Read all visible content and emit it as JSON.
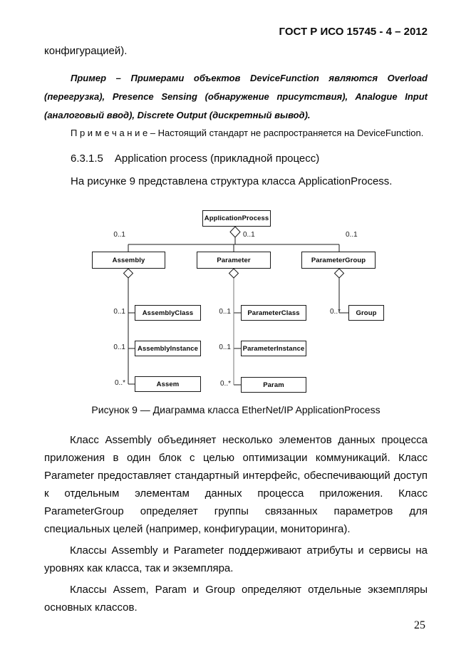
{
  "page": {
    "header": "ГОСТ Р ИСО 15745 - 4 – 2012",
    "page_number": "25"
  },
  "content": {
    "intro_line": "конфигурацией).",
    "example": "Пример – Примерами объектов DeviceFunction являются Overload (перегрузка), Presence Sensing (обнаружение присутствия), Analogue Input (аналоговый ввод), Discrete Output (дискретный вывод).",
    "note": "П р и м е ч а н и е  – Настоящий стандарт не распространяется на DeviceFunction.",
    "heading_number": "6.3.1.5",
    "heading_title": "Application process (прикладной процесс)",
    "figure_intro": "На рисунке 9 представлена структура класса ApplicationProcess.",
    "figure_caption": "Рисунок 9 — Диаграмма класса EtherNet/IP ApplicationProcess",
    "paragraphs": [
      "Класс Assembly объединяет несколько элементов данных процесса приложения в один блок с целью оптимизации коммуникаций. Класс Parameter предоставляет стандартный интерфейс, обеспечивающий доступ к отдельным элементам данных процесса приложения. Класс ParameterGroup определяет группы связанных параметров для специальных целей (например, конфигурации, мониторинга).",
      "Классы Assembly и Parameter поддерживают атрибуты и сервисы на уровнях как класса, так и экземпляра.",
      "Классы Assem, Param и Group определяют отдельные экземпляры основных классов."
    ]
  },
  "diagram": {
    "nodes": [
      "ApplicationProcess",
      "Assembly",
      "Parameter",
      "ParameterGroup",
      "AssemblyClass",
      "AssemblyInstance",
      "Assem",
      "ParameterClass",
      "ParameterInstance",
      "Param",
      "Group"
    ],
    "multiplicities": [
      "0..1",
      "0..1",
      "0..1",
      "0..1",
      "0..1",
      "0..*",
      "0..1",
      "0..1",
      "0..*",
      "0..*"
    ]
  }
}
